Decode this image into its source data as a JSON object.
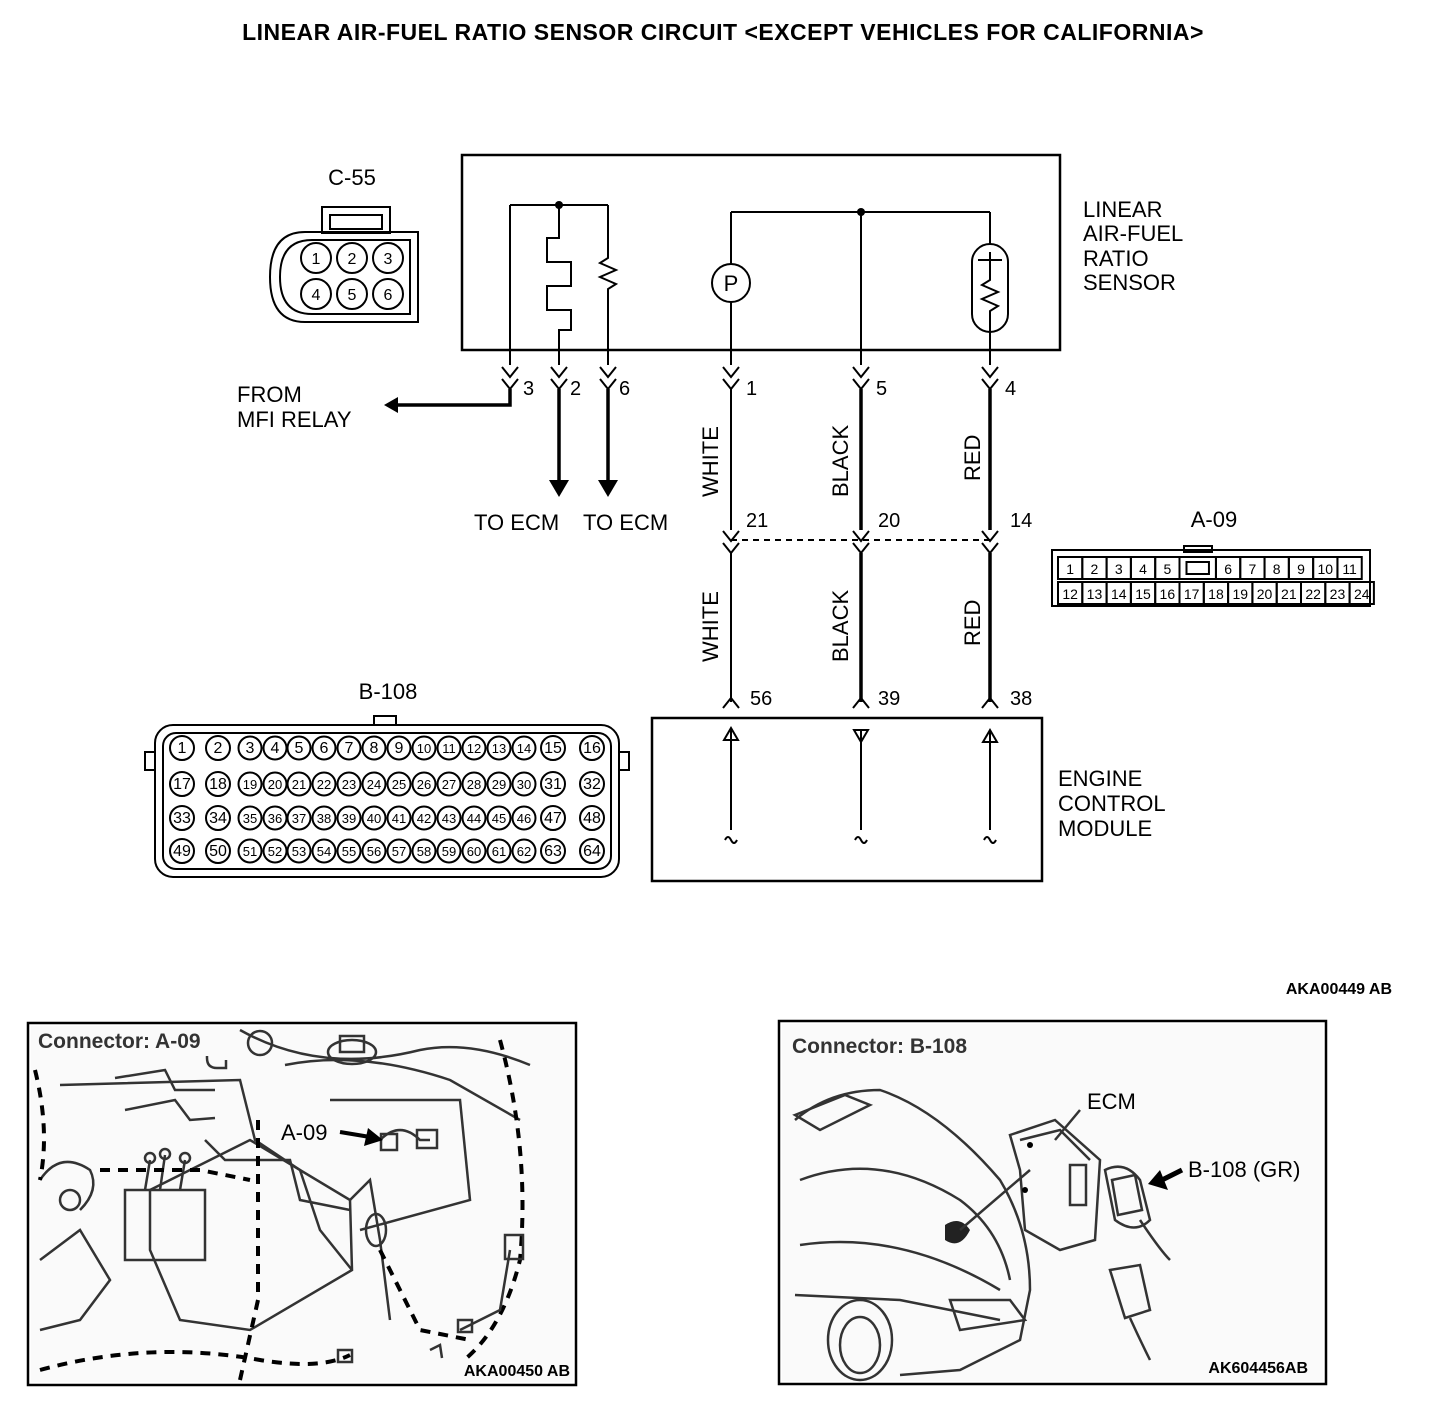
{
  "title": "LINEAR AIR-FUEL RATIO SENSOR CIRCUIT <EXCEPT VEHICLES FOR CALIFORNIA>",
  "sensor": {
    "label_lines": [
      "LINEAR",
      "AIR-FUEL",
      "RATIO",
      "SENSOR"
    ]
  },
  "connector_c55": {
    "label": "C-55",
    "pins_top": [
      "1",
      "2",
      "3"
    ],
    "pins_bottom": [
      "4",
      "5",
      "6"
    ]
  },
  "connector_a09": {
    "label": "A-09",
    "row1": [
      "1",
      "2",
      "3",
      "4",
      "5",
      "",
      "6",
      "7",
      "8",
      "9",
      "10",
      "11"
    ],
    "row2": [
      "12",
      "13",
      "14",
      "15",
      "16",
      "17",
      "18",
      "19",
      "20",
      "21",
      "22",
      "23",
      "24"
    ]
  },
  "connector_b108": {
    "label": "B-108",
    "rows": [
      [
        "1",
        "2",
        "3",
        "4",
        "5",
        "6",
        "7",
        "8",
        "9",
        "10",
        "11",
        "12",
        "13",
        "14",
        "15",
        "16"
      ],
      [
        "17",
        "18",
        "19",
        "20",
        "21",
        "22",
        "23",
        "24",
        "25",
        "26",
        "27",
        "28",
        "29",
        "30",
        "31",
        "32"
      ],
      [
        "33",
        "34",
        "35",
        "36",
        "37",
        "38",
        "39",
        "40",
        "41",
        "42",
        "43",
        "44",
        "45",
        "46",
        "47",
        "48"
      ],
      [
        "49",
        "50",
        "51",
        "52",
        "53",
        "54",
        "55",
        "56",
        "57",
        "58",
        "59",
        "60",
        "61",
        "62",
        "63",
        "64"
      ]
    ]
  },
  "from_relay": {
    "line1": "FROM",
    "line2": "MFI RELAY"
  },
  "to_ecm": [
    "TO ECM",
    "TO ECM"
  ],
  "sensor_pins": [
    "3",
    "2",
    "6",
    "1",
    "5",
    "4"
  ],
  "wires": [
    {
      "color_name": "WHITE",
      "sensor_pin": "1",
      "a09_pin": "21",
      "ecm_pin": "56"
    },
    {
      "color_name": "BLACK",
      "sensor_pin": "5",
      "a09_pin": "20",
      "ecm_pin": "39"
    },
    {
      "color_name": "RED",
      "sensor_pin": "4",
      "a09_pin": "14",
      "ecm_pin": "38"
    }
  ],
  "sensor_p_symbol": "P",
  "ecm": {
    "label_lines": [
      "ENGINE",
      "CONTROL",
      "MODULE"
    ]
  },
  "diagram_code": "AKA00449 AB",
  "panel_left": {
    "caption": "Connector: A-09",
    "callout": "A-09",
    "code": "AKA00450 AB"
  },
  "panel_right": {
    "caption": "Connector: B-108",
    "callout_ecm": "ECM",
    "callout_conn": "B-108 (GR)",
    "code": "AK604456AB"
  }
}
